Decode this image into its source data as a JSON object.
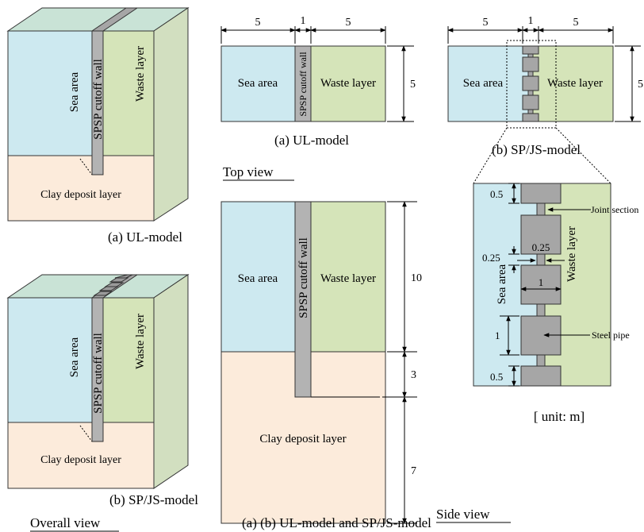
{
  "colors": {
    "sea": "#cde9f0",
    "waste": "#d5e4b9",
    "clay": "#fcebdb",
    "wall": "#b3b3b3",
    "steel": "#a6a6a6"
  },
  "labels": {
    "sea_area": "Sea area",
    "waste_layer": "Waste layer",
    "clay_layer": "Clay deposit layer",
    "spsp_wall": "SPSP cutoff wall",
    "ul_caption": "(a) UL-model",
    "spjs_caption": "(b) SP/JS-model",
    "overall_view": "Overall view",
    "top_view": "Top view",
    "side_view": "Side view",
    "side_caption": "(a) (b) UL-model and SP/JS-model",
    "joint_section": "Joint section",
    "steel_pipe": "Steel pipe",
    "unit": "[ unit: m]"
  },
  "dimensions": {
    "top_width_left": "5",
    "top_width_wall": "1",
    "top_width_right": "5",
    "top_depth": "5",
    "side_upper": "10",
    "side_embed": "3",
    "side_lower": "7",
    "detail_half_pipe": "0.5",
    "detail_joint": "0.25",
    "detail_gap": "0.25",
    "detail_pipe_width": "1",
    "detail_pipe_height": "1",
    "detail_bottom": "0.5"
  }
}
